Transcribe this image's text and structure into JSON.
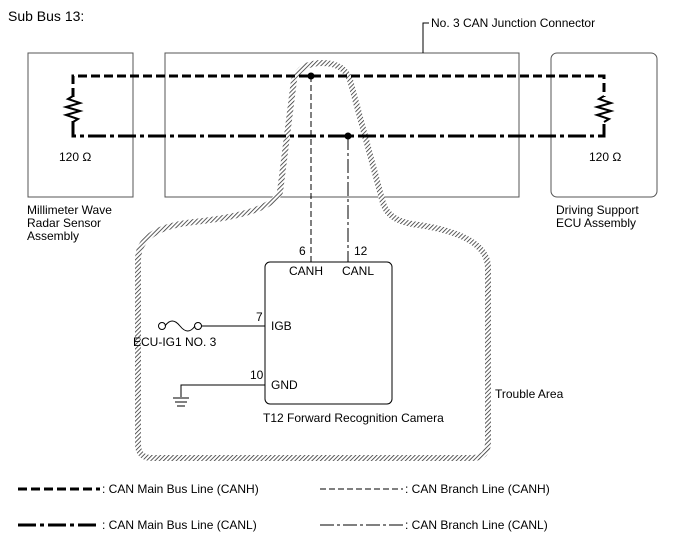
{
  "title": "Sub Bus 13:",
  "junction_label": "No. 3 CAN Junction Connector",
  "left_component": {
    "resistance": "120 Ω",
    "name_lines": [
      "Millimeter Wave",
      "Radar Sensor",
      "Assembly"
    ]
  },
  "right_component": {
    "resistance": "120 Ω",
    "name_lines": [
      "Driving Support",
      "ECU Assembly"
    ]
  },
  "camera": {
    "name": "T12  Forward Recognition Camera",
    "pins": [
      {
        "number": "6",
        "label": "CANH"
      },
      {
        "number": "12",
        "label": "CANL"
      },
      {
        "number": "7",
        "label": "IGB"
      },
      {
        "number": "10",
        "label": "GND"
      }
    ],
    "fuse_label": "ECU-IG1 NO. 3"
  },
  "trouble_area": "Trouble Area",
  "legend": [
    {
      "style": "main-canh",
      "label": ": CAN Main Bus Line (CANH)"
    },
    {
      "style": "branch-canh",
      "label": ": CAN Branch Line (CANH)"
    },
    {
      "style": "main-canl",
      "label": ": CAN Main Bus Line (CANL)"
    },
    {
      "style": "branch-canl",
      "label": ": CAN Branch Line (CANL)"
    }
  ],
  "colors": {
    "line": "#000000",
    "box": "#555555",
    "hatch": "#333333"
  }
}
